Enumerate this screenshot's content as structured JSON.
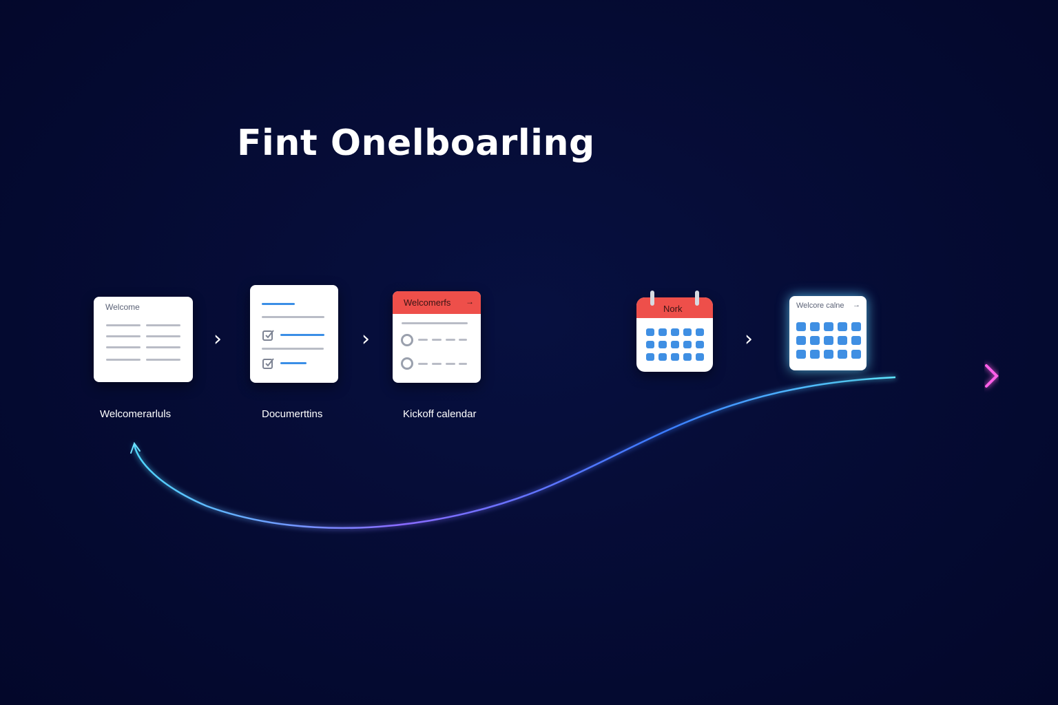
{
  "title": "Fint Onelboarling",
  "colors": {
    "background": "#050b33",
    "timeline_start": "#1a5cff",
    "timeline_mid": "#33d6ff",
    "timeline_end": "#ff4fe0",
    "accent_red": "#ee4f4a",
    "accent_blue": "#3f8fe3"
  },
  "steps": [
    {
      "card_text": "Welcome",
      "label": "Welcomerarluls",
      "icon": "document-icon"
    },
    {
      "card_text": "",
      "label": "Documerttins",
      "icon": "checklist-icon"
    },
    {
      "card_text": "Welcomerfs",
      "label": "Kickoff calendar",
      "icon": "form-icon"
    },
    {
      "card_text": "Nork",
      "label": "",
      "icon": "calendar-icon"
    },
    {
      "card_text": "Welcore calne",
      "label": "",
      "icon": "calendar-grid-icon"
    }
  ],
  "arrows": {
    "chevron": "›",
    "small_arrow": "→"
  }
}
